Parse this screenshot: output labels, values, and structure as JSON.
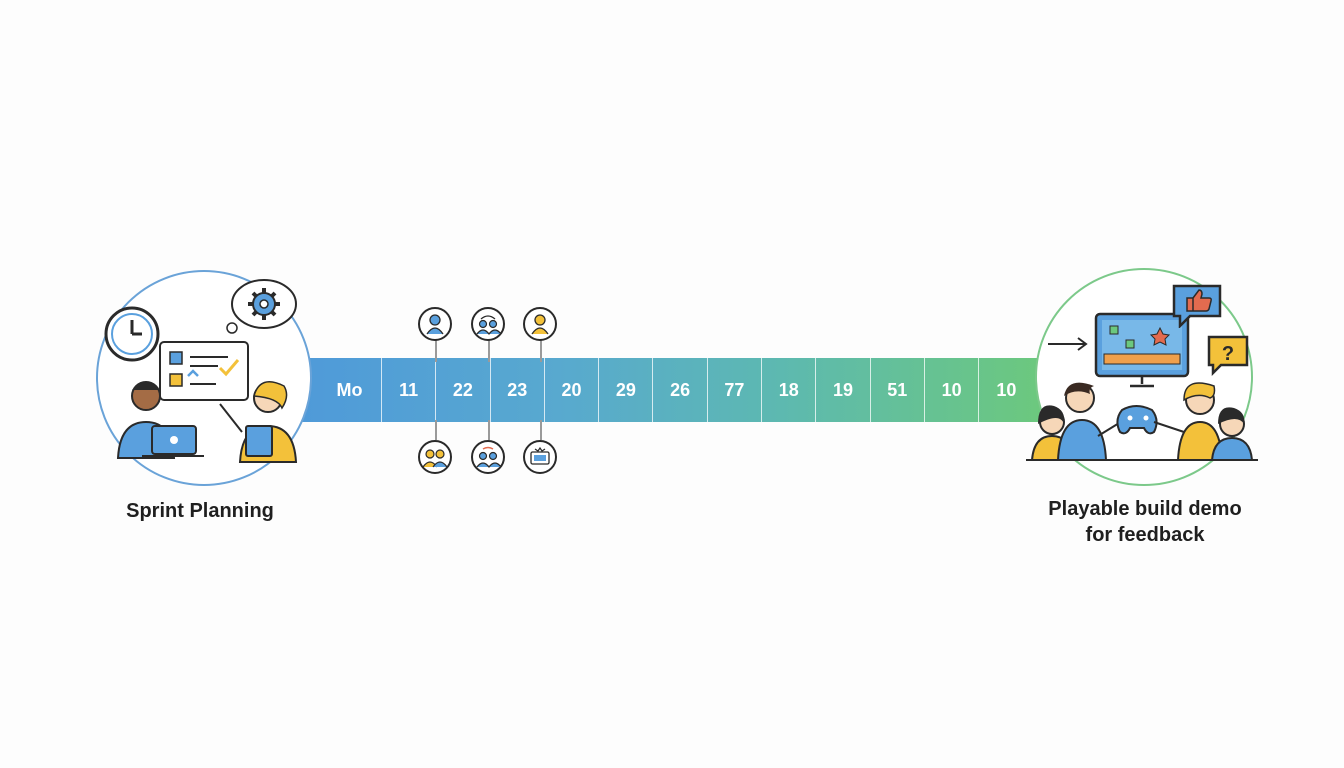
{
  "timeline": {
    "cells": [
      "Mo",
      "11",
      "22",
      "23",
      "20",
      "29",
      "26",
      "77",
      "18",
      "19",
      "51",
      "10",
      "10"
    ]
  },
  "start": {
    "label": "Sprint Planning"
  },
  "end": {
    "label_line1": "Playable build demo",
    "label_line2": "for feedback"
  },
  "icons": {
    "start_illustration": [
      "clock-icon",
      "gear-thought-bubble-icon",
      "checklist-board-icon",
      "laptop-icon",
      "tablet-icon"
    ],
    "end_illustration": [
      "arrow-right-icon",
      "game-monitor-icon",
      "thumbs-up-icon",
      "question-mark-icon",
      "game-controller-icon"
    ],
    "milestones_top": [
      "person-avatar-icon",
      "pair-sync-icon",
      "person-avatar-icon"
    ],
    "milestones_bottom": [
      "two-people-icon",
      "team-sync-icon",
      "game-screen-icon"
    ]
  },
  "colors": {
    "bar_start": "#4f9ad9",
    "bar_end": "#6cc87e",
    "circle_left_border": "#6aa3d8",
    "circle_right_border": "#7cc98a",
    "accent_yellow": "#f3c13a",
    "accent_blue": "#5aa0de"
  }
}
